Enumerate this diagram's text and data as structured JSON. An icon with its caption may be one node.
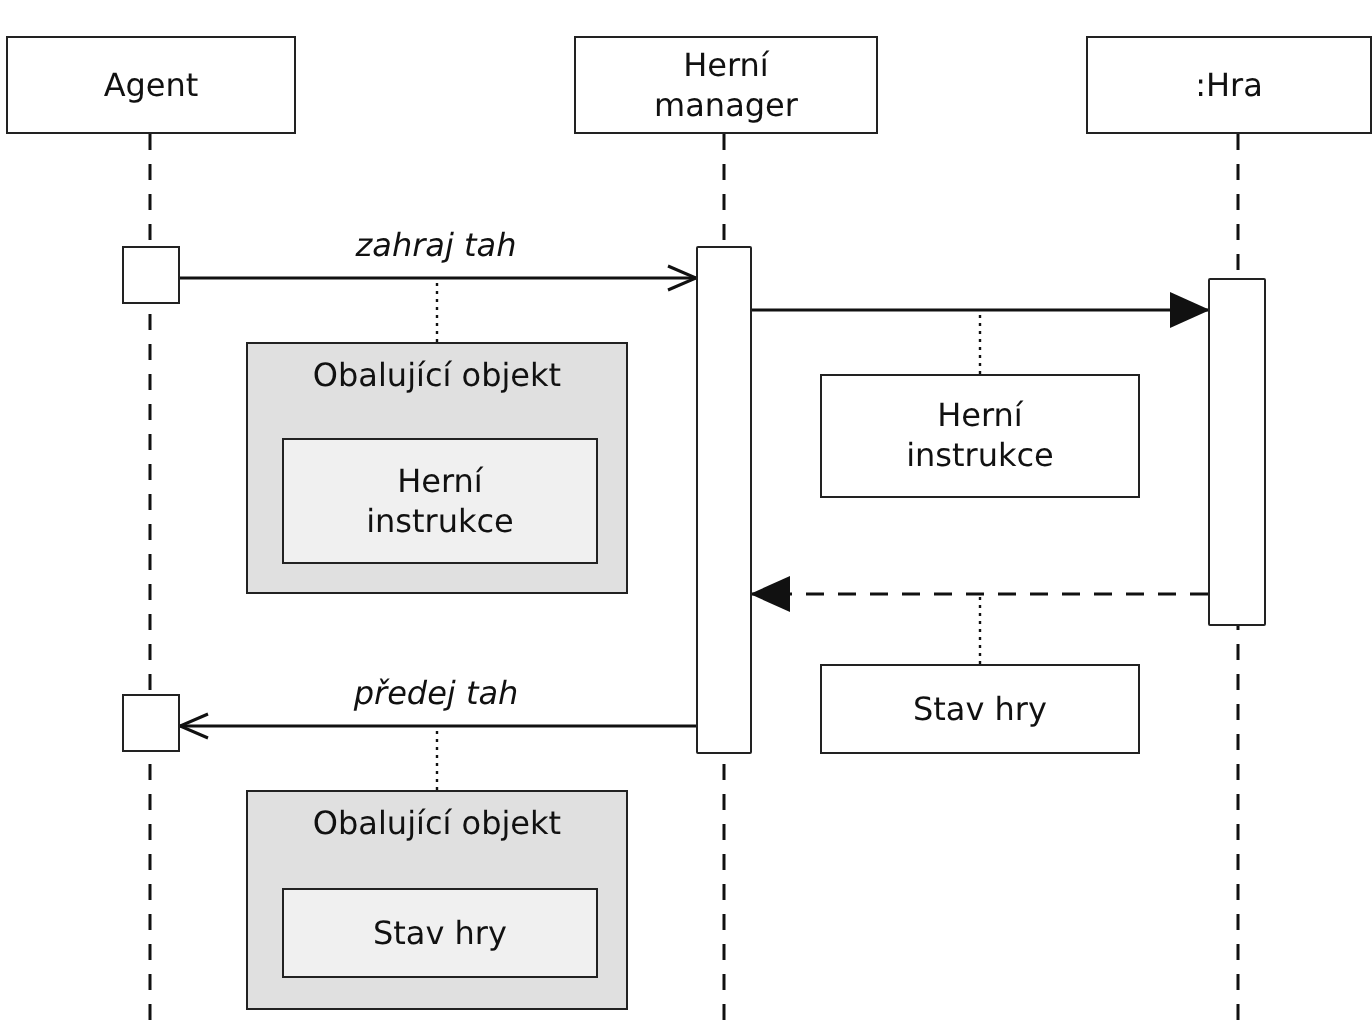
{
  "diagram": {
    "nodes": [
      {
        "text": [
          "Agent"
        ]
      },
      {
        "text": [
          "Herní manager"
        ]
      },
      {
        "text": [
          ":Hra"
        ]
      },
      {
        "text": [],
        "shape": "box"
      },
      {
        "text": [],
        "shape": "bar"
      },
      {
        "text": [],
        "shape": "bar"
      },
      {
        "text": [],
        "shape": "box"
      },
      {
        "text": [
          "Obalující objekt"
        ]
      },
      {
        "text": [
          "Herní instrukce"
        ],
        "in": 7
      },
      {
        "text": [
          "Herní instrukce"
        ]
      },
      {
        "text": [
          "Stav hry"
        ]
      },
      {
        "text": [
          "Obalující objekt"
        ]
      },
      {
        "text": [
          "Stav hry"
        ],
        "in": 11
      }
    ],
    "edges": [
      {
        "from": 3,
        "to": 4,
        "arrow": "to",
        "label": "zahraj tah"
      },
      {
        "from": 4,
        "to": 5,
        "arrow": "to"
      },
      {
        "from": 5,
        "to": 4,
        "arrow": "to",
        "style": "dashed"
      },
      {
        "from": 4,
        "to": 6,
        "arrow": "to",
        "label": "předej tah"
      },
      {
        "from": 7,
        "to": null,
        "arrow": "none",
        "style": "dashed"
      },
      {
        "from": 9,
        "to": null,
        "arrow": "none",
        "style": "dashed"
      },
      {
        "from": 10,
        "to": null,
        "arrow": "none",
        "style": "dashed"
      },
      {
        "from": 11,
        "to": null,
        "arrow": "none",
        "style": "dashed"
      }
    ]
  }
}
